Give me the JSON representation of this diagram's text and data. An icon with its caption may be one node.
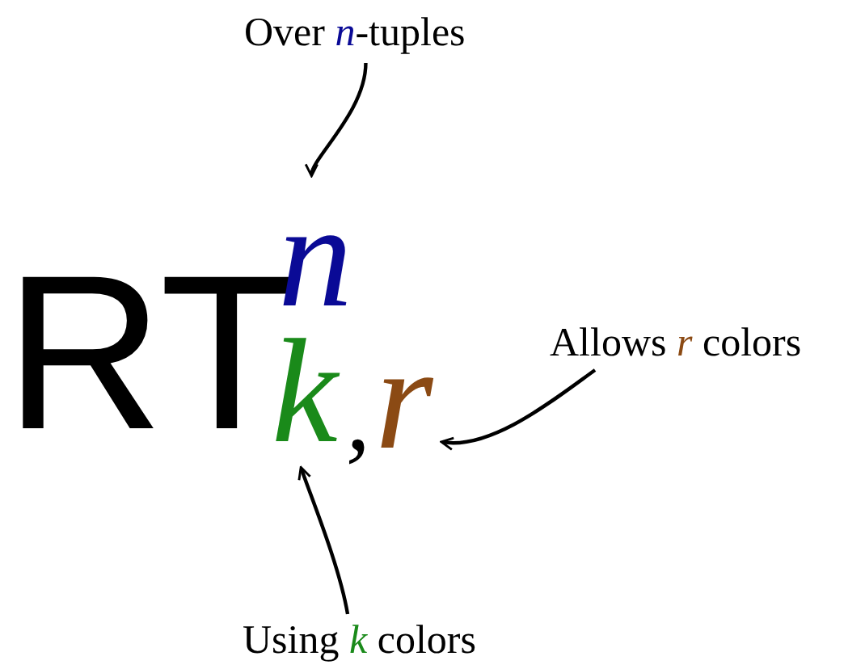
{
  "diagram": {
    "nodes": [
      {
        "text": [
          "Over *n*-tuples"
        ]
      },
      {
        "text": [
          "RT"
        ]
      },
      {
        "text": [
          "n"
        ]
      },
      {
        "text": [
          "k"
        ]
      },
      {
        "text": [
          "r"
        ]
      },
      {
        "text": [
          "Allows *r* colors"
        ]
      },
      {
        "text": [
          "Using *k* colors"
        ]
      }
    ],
    "edges": [
      {
        "from": 0,
        "to": 2,
        "arrow": "to"
      },
      {
        "from": 5,
        "to": 4,
        "arrow": "to"
      },
      {
        "from": 6,
        "to": 3,
        "arrow": "to"
      }
    ],
    "labels": [
      ","
    ]
  }
}
